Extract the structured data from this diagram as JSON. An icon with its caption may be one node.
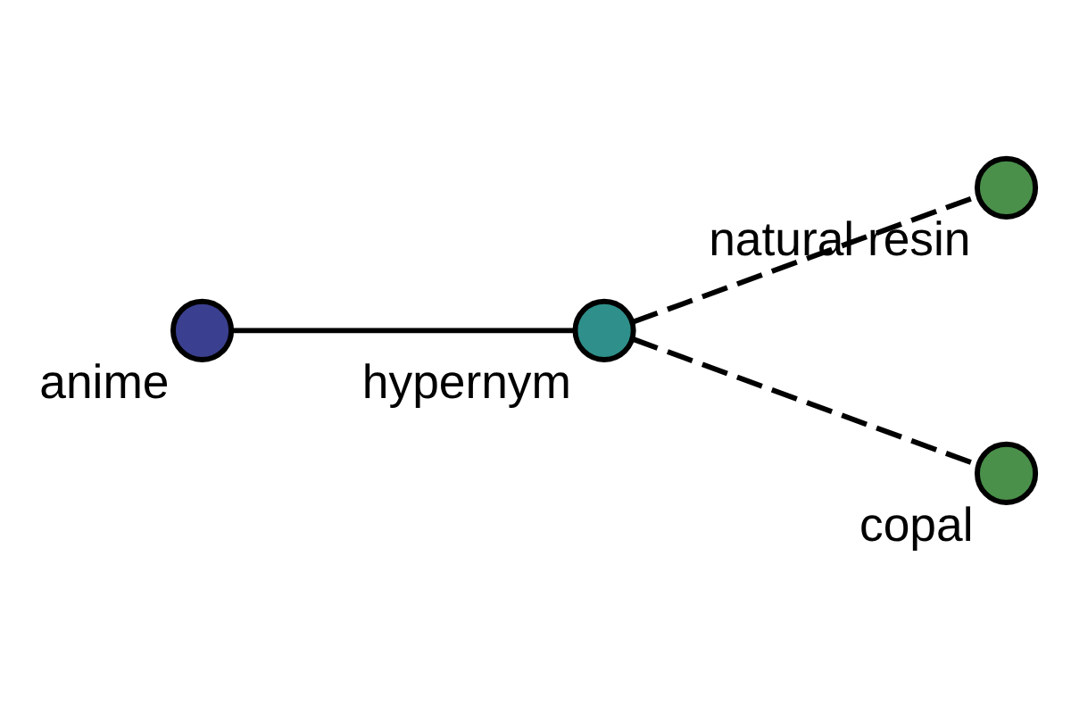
{
  "diagram": {
    "nodes": [
      {
        "text": [],
        "shape": "circle",
        "beside": [
          "anime"
        ]
      },
      {
        "text": [],
        "shape": "circle",
        "beside": [
          "hypernym"
        ]
      },
      {
        "text": [],
        "shape": "circle",
        "beside": [
          "natural resin"
        ]
      },
      {
        "text": [],
        "shape": "circle",
        "beside": [
          "copal"
        ]
      }
    ],
    "edges": [
      {
        "from": 0,
        "to": 1,
        "arrow": "none"
      },
      {
        "from": 1,
        "to": 2,
        "arrow": "none",
        "style": "dashed"
      },
      {
        "from": 1,
        "to": 3,
        "arrow": "none",
        "style": "dashed"
      }
    ]
  }
}
